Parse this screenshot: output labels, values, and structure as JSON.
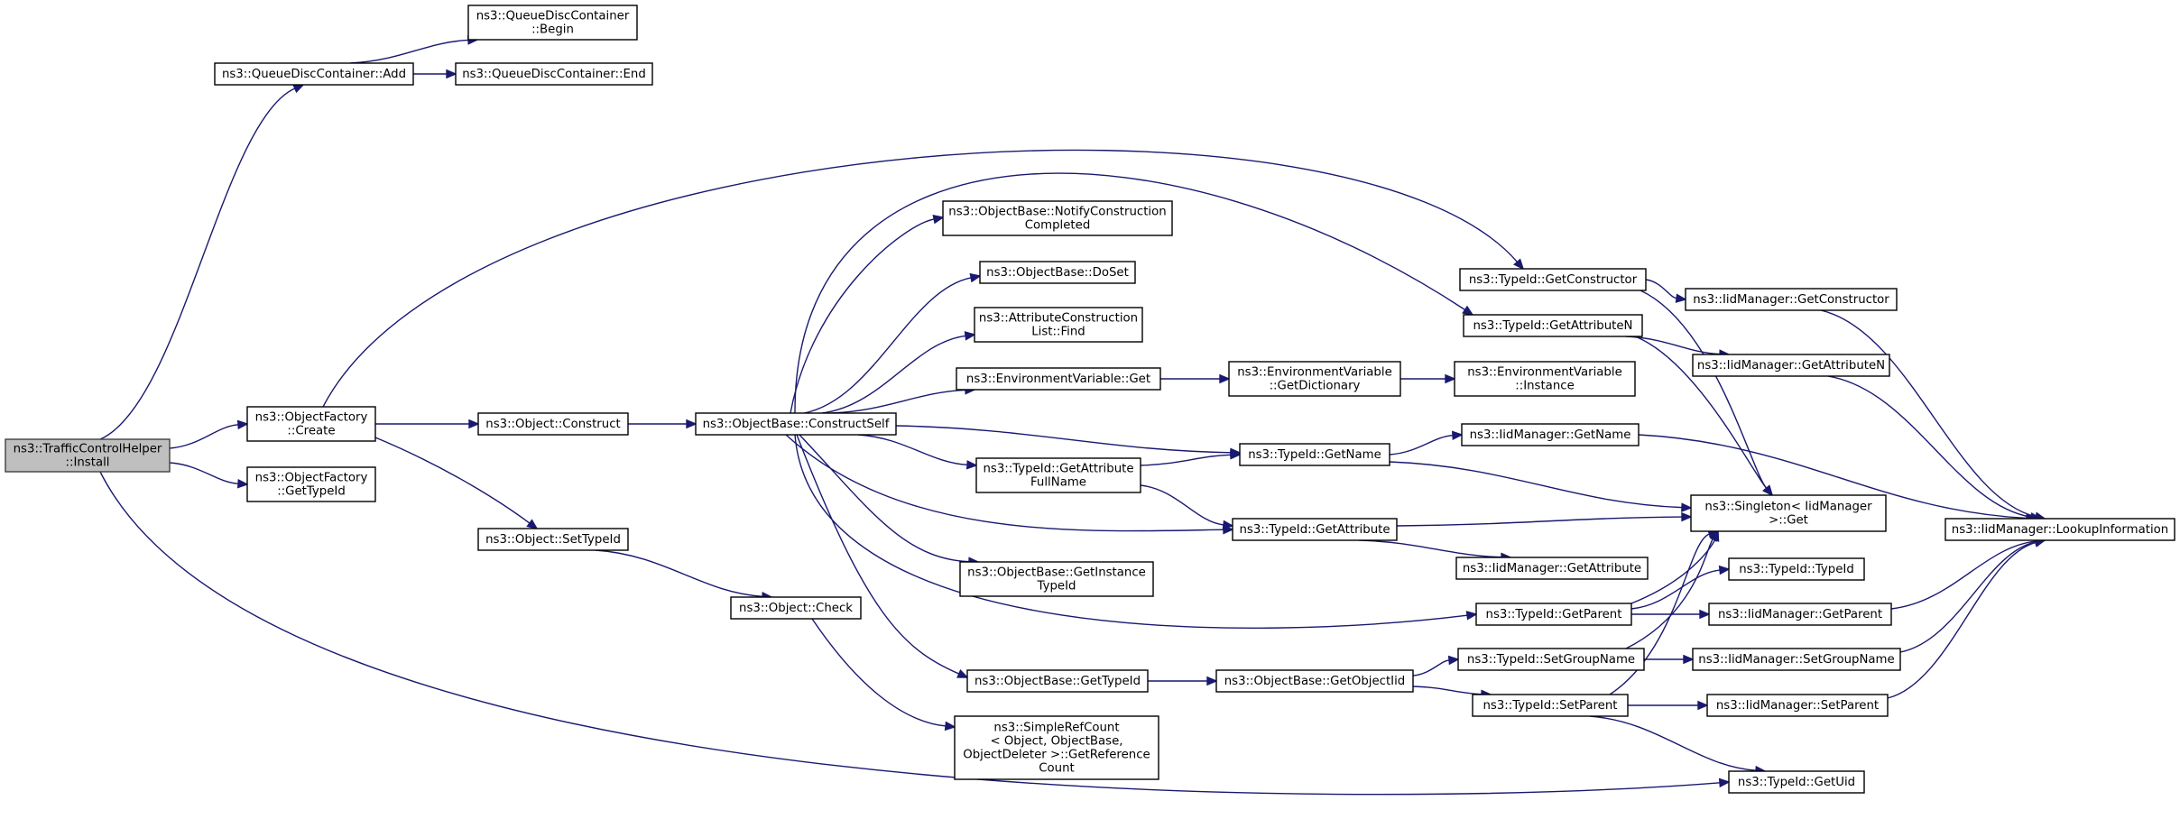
{
  "colors": {
    "edge": "#191970",
    "node_border": "#000000",
    "node_fill": "#ffffff",
    "root_fill": "#bfbfbf",
    "root_border": "#404040"
  },
  "nodes": [
    {
      "id": "install",
      "lines": [
        "ns3::TrafficControlHelper",
        "::Install"
      ],
      "root": true
    },
    {
      "id": "qdc_add",
      "lines": [
        "ns3::QueueDiscContainer::Add"
      ]
    },
    {
      "id": "qdc_begin",
      "lines": [
        "ns3::QueueDiscContainer",
        "::Begin"
      ]
    },
    {
      "id": "qdc_end",
      "lines": [
        "ns3::QueueDiscContainer::End"
      ]
    },
    {
      "id": "of_create",
      "lines": [
        "ns3::ObjectFactory",
        "::Create"
      ]
    },
    {
      "id": "of_gettypeid",
      "lines": [
        "ns3::ObjectFactory",
        "::GetTypeId"
      ]
    },
    {
      "id": "obj_construct",
      "lines": [
        "ns3::Object::Construct"
      ]
    },
    {
      "id": "obj_settypeid",
      "lines": [
        "ns3::Object::SetTypeId"
      ]
    },
    {
      "id": "obj_check",
      "lines": [
        "ns3::Object::Check"
      ]
    },
    {
      "id": "srf_getref",
      "lines": [
        "ns3::SimpleRefCount",
        "< Object, ObjectBase,",
        "ObjectDeleter >::GetReference",
        "Count"
      ]
    },
    {
      "id": "ob_constructself",
      "lines": [
        "ns3::ObjectBase::ConstructSelf"
      ]
    },
    {
      "id": "ob_notify",
      "lines": [
        "ns3::ObjectBase::NotifyConstruction",
        "Completed"
      ]
    },
    {
      "id": "ob_doset",
      "lines": [
        "ns3::ObjectBase::DoSet"
      ]
    },
    {
      "id": "acl_find",
      "lines": [
        "ns3::AttributeConstruction",
        "List::Find"
      ]
    },
    {
      "id": "ev_get",
      "lines": [
        "ns3::EnvironmentVariable::Get"
      ]
    },
    {
      "id": "tid_getattrfull",
      "lines": [
        "ns3::TypeId::GetAttribute",
        "FullName"
      ]
    },
    {
      "id": "ob_getinstance",
      "lines": [
        "ns3::ObjectBase::GetInstance",
        "TypeId"
      ]
    },
    {
      "id": "ob_gettypeid",
      "lines": [
        "ns3::ObjectBase::GetTypeId"
      ]
    },
    {
      "id": "ev_getdict",
      "lines": [
        "ns3::EnvironmentVariable",
        "::GetDictionary"
      ]
    },
    {
      "id": "ev_instance",
      "lines": [
        "ns3::EnvironmentVariable",
        "::Instance"
      ]
    },
    {
      "id": "tid_getname",
      "lines": [
        "ns3::TypeId::GetName"
      ]
    },
    {
      "id": "tid_getattr",
      "lines": [
        "ns3::TypeId::GetAttribute"
      ]
    },
    {
      "id": "ob_getobjectiid",
      "lines": [
        "ns3::ObjectBase::GetObjectIid"
      ]
    },
    {
      "id": "tid_getconstructor",
      "lines": [
        "ns3::TypeId::GetConstructor"
      ]
    },
    {
      "id": "tid_getattrn",
      "lines": [
        "ns3::TypeId::GetAttributeN"
      ]
    },
    {
      "id": "tid_getparent",
      "lines": [
        "ns3::TypeId::GetParent"
      ]
    },
    {
      "id": "tid_setgroupname",
      "lines": [
        "ns3::TypeId::SetGroupName"
      ]
    },
    {
      "id": "tid_setparent",
      "lines": [
        "ns3::TypeId::SetParent"
      ]
    },
    {
      "id": "iid_getconstructor",
      "lines": [
        "ns3::IidManager::GetConstructor"
      ]
    },
    {
      "id": "iid_getattrn",
      "lines": [
        "ns3::IidManager::GetAttributeN"
      ]
    },
    {
      "id": "iid_getname",
      "lines": [
        "ns3::IidManager::GetName"
      ]
    },
    {
      "id": "singleton_get",
      "lines": [
        "ns3::Singleton< IidManager",
        " >::Get"
      ]
    },
    {
      "id": "iid_getattr",
      "lines": [
        "ns3::IidManager::GetAttribute"
      ]
    },
    {
      "id": "tid_typeid",
      "lines": [
        "ns3::TypeId::TypeId"
      ]
    },
    {
      "id": "iid_getparent",
      "lines": [
        "ns3::IidManager::GetParent"
      ]
    },
    {
      "id": "iid_setgroupname",
      "lines": [
        "ns3::IidManager::SetGroupName"
      ]
    },
    {
      "id": "iid_setparent",
      "lines": [
        "ns3::IidManager::SetParent"
      ]
    },
    {
      "id": "tid_getuid",
      "lines": [
        "ns3::TypeId::GetUid"
      ]
    },
    {
      "id": "iid_lookup",
      "lines": [
        "ns3::IidManager::LookupInformation"
      ]
    }
  ],
  "edges": [
    [
      "install",
      "qdc_add"
    ],
    [
      "install",
      "of_create"
    ],
    [
      "install",
      "of_gettypeid"
    ],
    [
      "install",
      "tid_getuid"
    ],
    [
      "qdc_add",
      "qdc_begin"
    ],
    [
      "qdc_add",
      "qdc_end"
    ],
    [
      "of_create",
      "tid_getconstructor"
    ],
    [
      "of_create",
      "obj_construct"
    ],
    [
      "of_create",
      "obj_settypeid"
    ],
    [
      "obj_construct",
      "ob_constructself"
    ],
    [
      "obj_settypeid",
      "obj_check"
    ],
    [
      "obj_check",
      "srf_getref"
    ],
    [
      "ob_constructself",
      "ob_notify"
    ],
    [
      "ob_constructself",
      "ob_doset"
    ],
    [
      "ob_constructself",
      "acl_find"
    ],
    [
      "ob_constructself",
      "ev_get"
    ],
    [
      "ob_constructself",
      "tid_getattrfull"
    ],
    [
      "ob_constructself",
      "ob_getinstance"
    ],
    [
      "ob_constructself",
      "ob_gettypeid"
    ],
    [
      "ob_constructself",
      "tid_getattrn"
    ],
    [
      "ob_constructself",
      "tid_getname"
    ],
    [
      "ob_constructself",
      "tid_getattr"
    ],
    [
      "ob_constructself",
      "tid_getparent"
    ],
    [
      "ev_get",
      "ev_getdict"
    ],
    [
      "ev_getdict",
      "ev_instance"
    ],
    [
      "tid_getattrfull",
      "tid_getname"
    ],
    [
      "tid_getattrfull",
      "tid_getattr"
    ],
    [
      "ob_gettypeid",
      "ob_getobjectiid"
    ],
    [
      "ob_getobjectiid",
      "tid_setgroupname"
    ],
    [
      "ob_getobjectiid",
      "tid_setparent"
    ],
    [
      "tid_getconstructor",
      "iid_getconstructor"
    ],
    [
      "tid_getconstructor",
      "singleton_get"
    ],
    [
      "tid_getattrn",
      "iid_getattrn"
    ],
    [
      "tid_getattrn",
      "singleton_get"
    ],
    [
      "tid_getname",
      "iid_getname"
    ],
    [
      "tid_getname",
      "singleton_get"
    ],
    [
      "tid_getattr",
      "singleton_get"
    ],
    [
      "tid_getattr",
      "iid_getattr"
    ],
    [
      "tid_getparent",
      "singleton_get"
    ],
    [
      "tid_getparent",
      "tid_typeid"
    ],
    [
      "tid_getparent",
      "iid_getparent"
    ],
    [
      "tid_setgroupname",
      "singleton_get"
    ],
    [
      "tid_setgroupname",
      "iid_setgroupname"
    ],
    [
      "tid_setparent",
      "singleton_get"
    ],
    [
      "tid_setparent",
      "iid_setparent"
    ],
    [
      "tid_setparent",
      "tid_getuid"
    ],
    [
      "iid_getconstructor",
      "iid_lookup"
    ],
    [
      "iid_getattrn",
      "iid_lookup"
    ],
    [
      "iid_getname",
      "iid_lookup"
    ],
    [
      "iid_getparent",
      "iid_lookup"
    ],
    [
      "iid_setgroupname",
      "iid_lookup"
    ],
    [
      "iid_setparent",
      "iid_lookup"
    ]
  ]
}
